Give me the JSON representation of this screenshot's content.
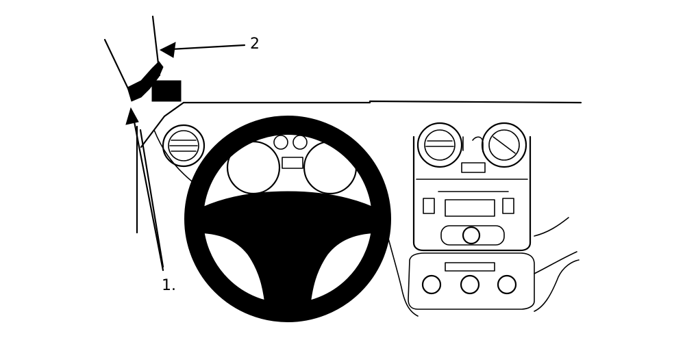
{
  "callouts": [
    {
      "id": "callout-1",
      "label": "1."
    },
    {
      "id": "callout-2",
      "label": "2"
    }
  ]
}
